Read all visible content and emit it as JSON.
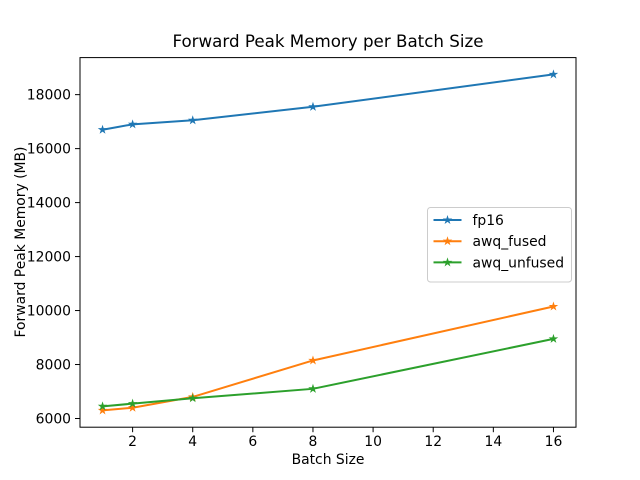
{
  "figure": {
    "background": "#ffffff",
    "text_color": "#000000",
    "spine_color": "#000000",
    "legend_border_color": "#cccccc"
  },
  "chart_data": {
    "type": "line",
    "title": "Forward Peak Memory per Batch Size",
    "xlabel": "Batch Size",
    "ylabel": "Forward Peak Memory (MB)",
    "x": [
      1,
      2,
      4,
      8,
      16
    ],
    "series": [
      {
        "name": "fp16",
        "color": "#1f77b4",
        "marker": "star",
        "values": [
          16700,
          16900,
          17050,
          17550,
          18750
        ]
      },
      {
        "name": "awq_fused",
        "color": "#ff7f0e",
        "marker": "star",
        "values": [
          6300,
          6400,
          6800,
          8150,
          10150
        ]
      },
      {
        "name": "awq_unfused",
        "color": "#2ca02c",
        "marker": "star",
        "values": [
          6450,
          6550,
          6750,
          7100,
          8950
        ]
      }
    ],
    "xticks": [
      2,
      4,
      6,
      8,
      10,
      12,
      14,
      16
    ],
    "yticks": [
      6000,
      8000,
      10000,
      12000,
      14000,
      16000,
      18000
    ],
    "xlim": [
      0.25,
      16.75
    ],
    "ylim": [
      5677.5,
      19372.5
    ],
    "grid": false,
    "legend": {
      "position": "center-right",
      "entries": [
        "fp16",
        "awq_fused",
        "awq_unfused"
      ]
    }
  }
}
